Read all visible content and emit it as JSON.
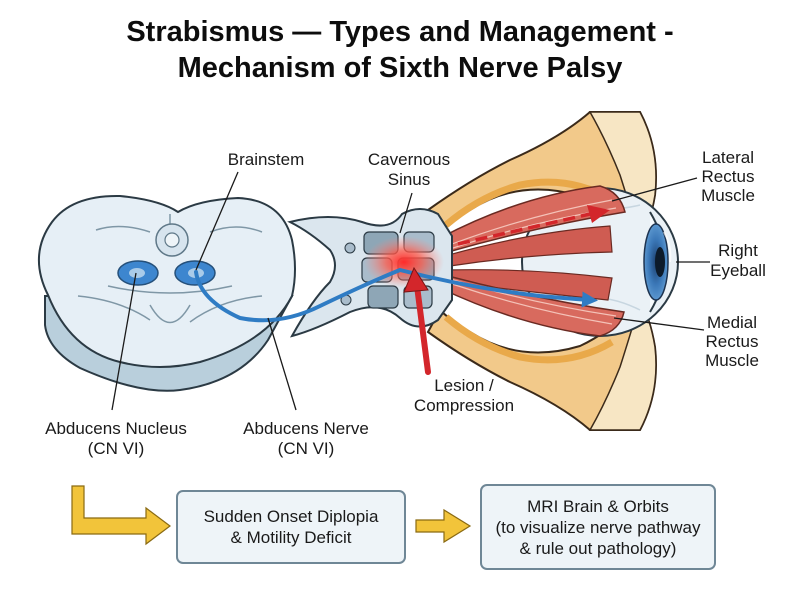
{
  "title": {
    "line1": "Strabismus — Types and Management -",
    "line2": "Mechanism of Sixth Nerve Palsy"
  },
  "labels": {
    "brainstem": "Brainstem",
    "cavernous_sinus": [
      "Cavernous",
      "Sinus"
    ],
    "lateral_rectus": [
      "Lateral",
      "Rectus",
      "Muscle"
    ],
    "right_eyeball": [
      "Right",
      "Eyeball"
    ],
    "medial_rectus": [
      "Medial",
      "Rectus",
      "Muscle"
    ],
    "lesion": [
      "Lesion /",
      "Compression"
    ],
    "abducens_nucleus": [
      "Abducens Nucleus",
      "(CN VI)"
    ],
    "abducens_nerve": [
      "Abducens Nerve",
      "(CN VI)"
    ]
  },
  "flow": {
    "step1": [
      "Sudden Onset Diplopia",
      "& Motility Deficit"
    ],
    "step2": [
      "MRI Brain & Orbits",
      "(to visualize nerve pathway",
      "& rule out pathology)"
    ]
  },
  "colors": {
    "nerve": "#2f7cc4",
    "lesion": "#d3262b",
    "muscle": "#d86a5e",
    "flow_arrow": "#f2c43a",
    "bone": "#f2c98a"
  }
}
